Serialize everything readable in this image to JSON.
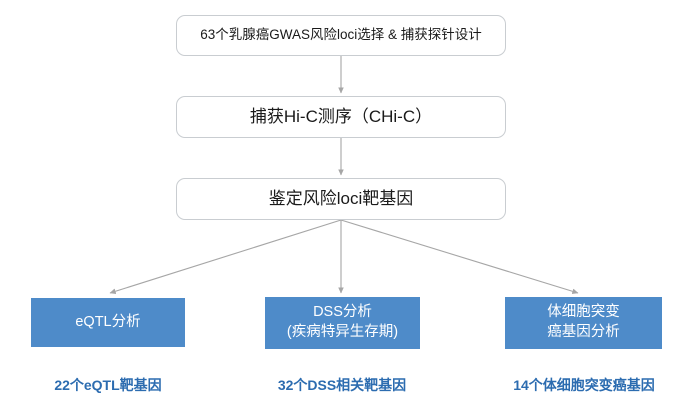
{
  "diagram": {
    "title": "GWAS Risk Loci Target Gene Identification Workflow",
    "accent_blue_box": "#4e8bc9",
    "accent_blue_text": "#2c6cb0",
    "connector_color": "#a6a6a6",
    "stages": [
      {
        "id": "stage-1",
        "label": "63个乳腺癌GWAS风险loci选择 & 捕获探针设计"
      },
      {
        "id": "stage-2",
        "label": "捕获Hi-C测序（CHi-C）"
      },
      {
        "id": "stage-3",
        "label": "鉴定风险loci靶基因"
      }
    ],
    "analyses": [
      {
        "id": "eqtl",
        "line1": "eQTL分析",
        "line2": ""
      },
      {
        "id": "dss",
        "line1": "DSS分析",
        "line2": "(疾病特异生存期)"
      },
      {
        "id": "somatic",
        "line1": "体细胞突变",
        "line2": "癌基因分析"
      }
    ],
    "results": [
      {
        "id": "eqtl-result",
        "label": "22个eQTL靶基因"
      },
      {
        "id": "dss-result",
        "label": "32个DSS相关靶基因"
      },
      {
        "id": "somatic-result",
        "label": "14个体细胞突变癌基因"
      }
    ]
  }
}
